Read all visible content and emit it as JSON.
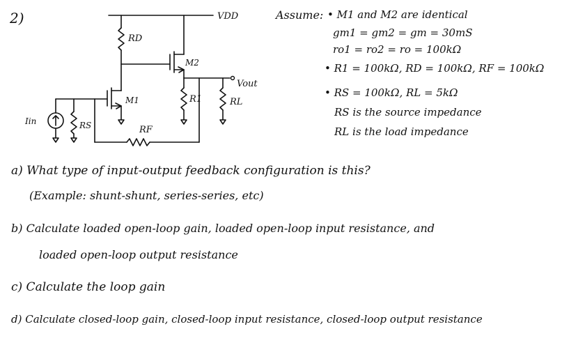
{
  "problem_number": "2)",
  "circuit": {
    "labels": {
      "vdd": "VDD",
      "rd": "RD",
      "m2": "M2",
      "vout": "Vout",
      "m1": "M1",
      "r1": "R1",
      "rl": "RL",
      "iin": "Iin",
      "rs": "RS",
      "rf": "RF"
    }
  },
  "assumptions": {
    "heading": "Assume:",
    "lines": [
      "• M1 and M2 are identical",
      "gm1 = gm2 = gm = 30mS",
      "ro1 = ro2 = ro = 100kΩ",
      "• R1 = 100kΩ, RD = 100kΩ, RF = 100kΩ",
      "• RS = 100kΩ, RL = 5kΩ",
      "RS is the source impedance",
      "RL is the load impedance"
    ]
  },
  "questions": {
    "a": "a) What type of input-output feedback configuration is this?",
    "a_example": "(Example: shunt-shunt, series-series, etc)",
    "b_line1": "b) Calculate loaded open-loop gain, loaded open-loop input resistance, and",
    "b_line2": "loaded open-loop output resistance",
    "c": "c) Calculate the loop gain",
    "d": "d) Calculate closed-loop gain, closed-loop input resistance, closed-loop output resistance"
  }
}
